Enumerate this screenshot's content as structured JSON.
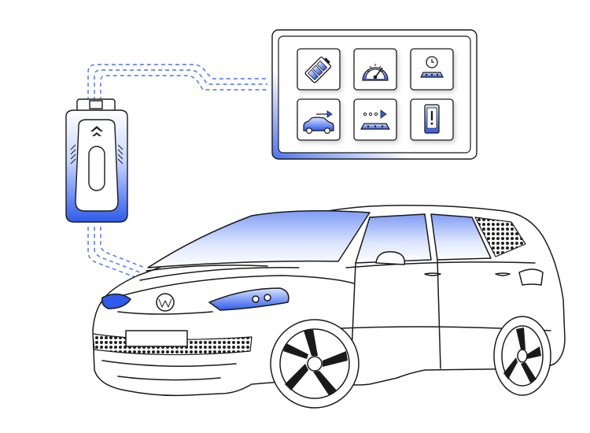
{
  "illustration": {
    "accent_color": "#2f5bea",
    "accent_light": "#c9d6ff",
    "line_color": "#1a1a1a",
    "obd_device": {
      "icon": "obd-dongle-icon"
    },
    "connections": {
      "style": "dashed-triple-lines"
    },
    "dashboard_panel": {
      "tiles": [
        {
          "id": "battery",
          "icon": "battery-icon"
        },
        {
          "id": "speed",
          "icon": "speedometer-icon"
        },
        {
          "id": "schedule",
          "icon": "clock-icon"
        },
        {
          "id": "trip",
          "icon": "car-trip-icon"
        },
        {
          "id": "route",
          "icon": "route-dots-icon"
        },
        {
          "id": "alert",
          "icon": "phone-alert-icon"
        }
      ]
    },
    "vehicle": {
      "icon": "electric-hatchback-icon"
    }
  }
}
